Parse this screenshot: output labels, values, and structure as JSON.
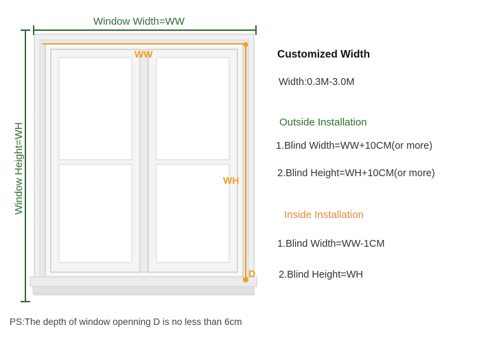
{
  "labels": {
    "window_width": "Window Width=WW",
    "window_height": "Window Height=WH",
    "ww": "WW",
    "wh": "WH",
    "d": "D"
  },
  "info": {
    "customized_title": "Customized Width",
    "width_range": "Width:0.3M-3.0M",
    "outside_title": "Outside Installation",
    "outside_items": [
      "1.Blind Width=WW+10CM(or more)",
      "2.Blind Height=WH+10CM(or more)"
    ],
    "inside_title": "Inside Installation",
    "inside_items": [
      "1.Blind Width=WW-1CM",
      "2.Blind Height=WH"
    ]
  },
  "note": "PS:The depth of window openning D is no less than 6cm",
  "colors": {
    "green": "#2e6b35",
    "orange": "#f0a020",
    "inside_orange": "#e08a3c",
    "frame": "#ececec",
    "glass": "#ffffff"
  }
}
